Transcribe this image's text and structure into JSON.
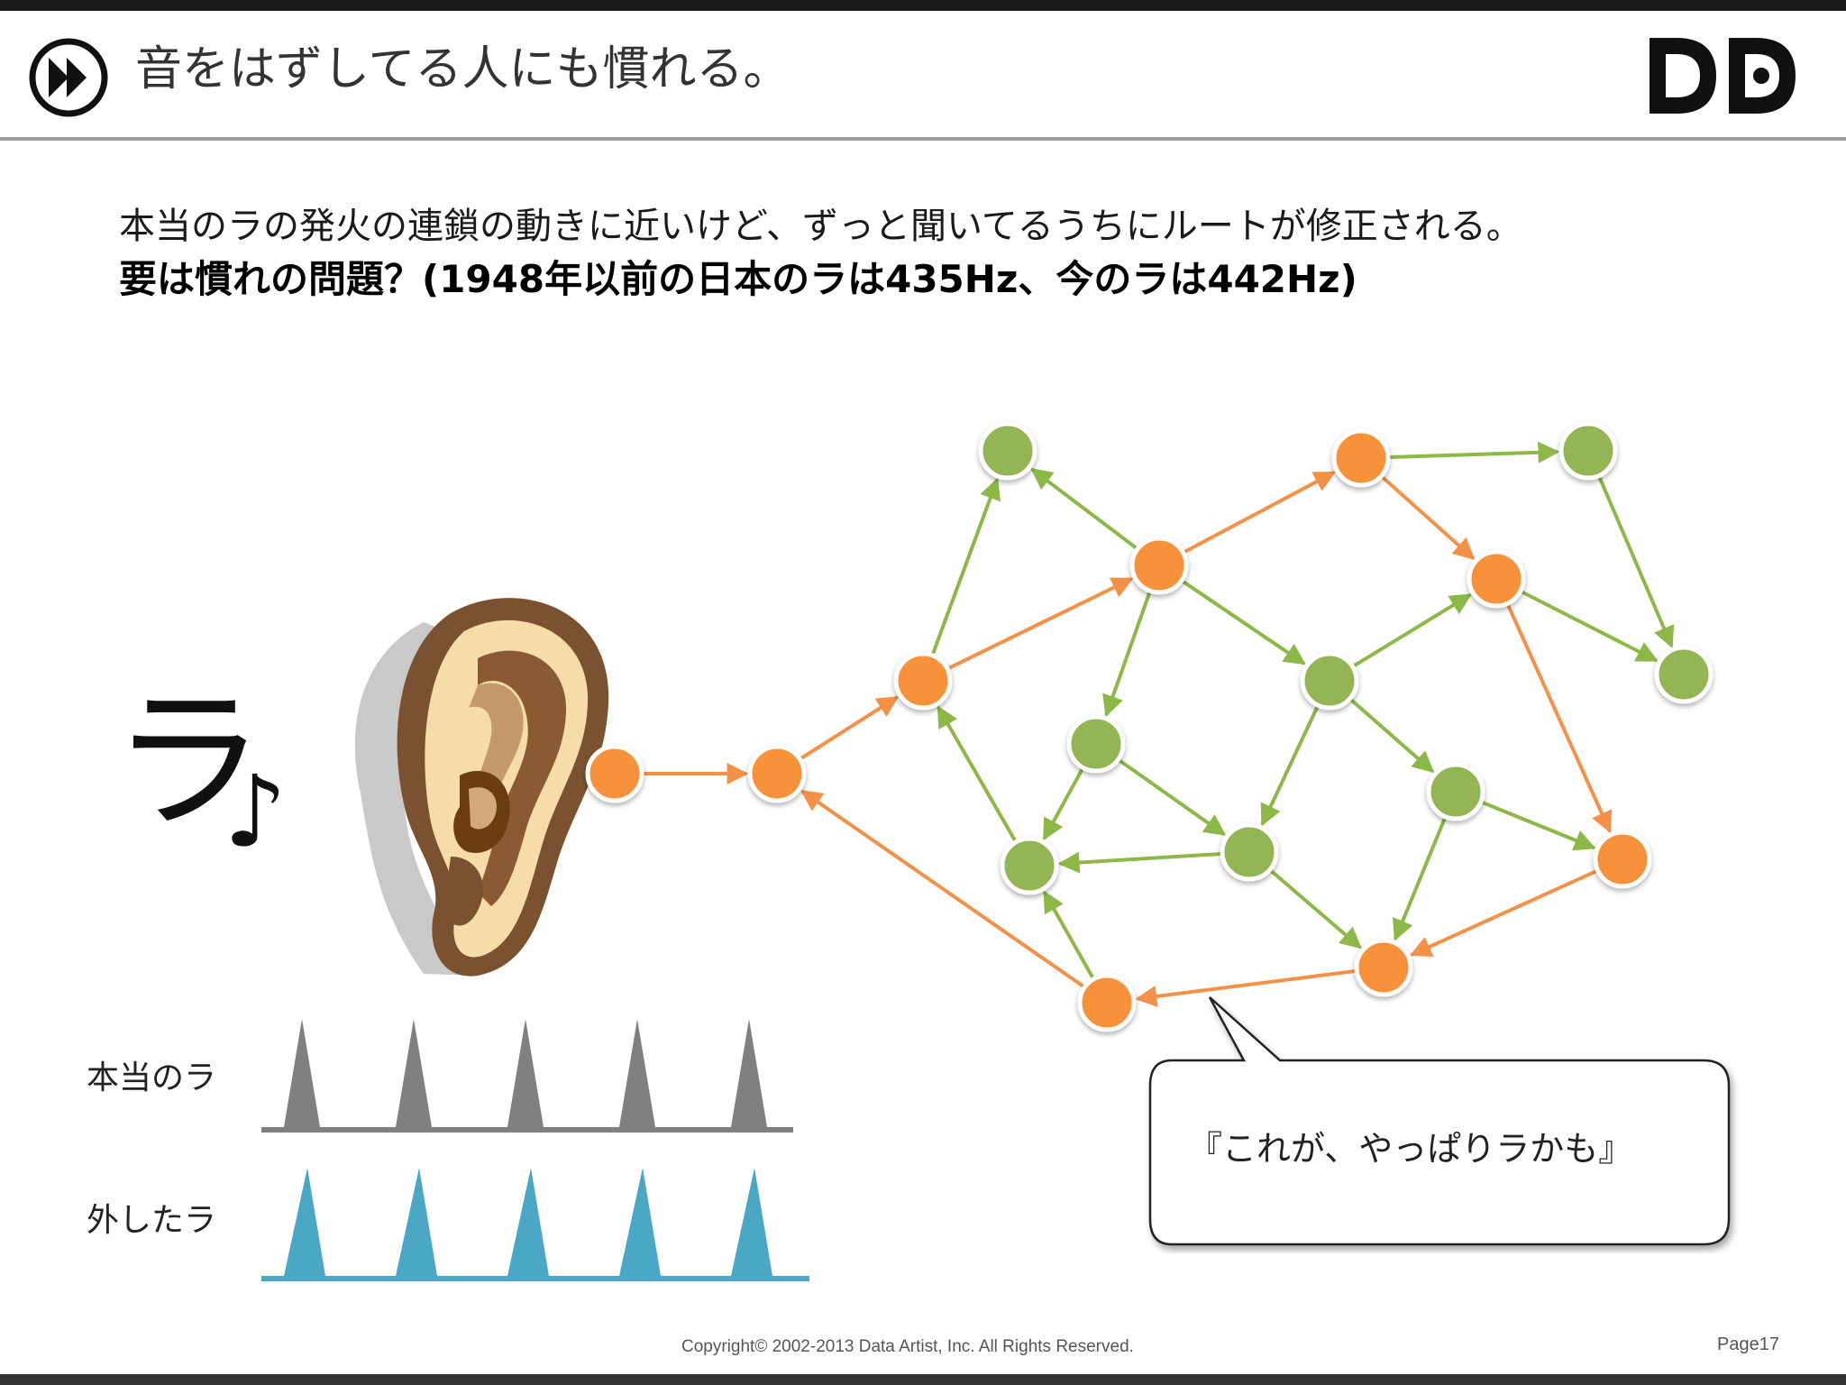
{
  "header": {
    "title": "音をはずしてる人にも慣れる。",
    "icon": "play-forward-icon",
    "logo_icon": "dp-logo-icon"
  },
  "body": {
    "line1": "本当のラの発火の連鎖の動きに近いけど、ずっと聞いてるうちにルートが修正される。",
    "line2": "要は慣れの問題？(1948年以前の日本のラは435Hz、今のラは442Hz)",
    "la_char": "ラ",
    "music_note": "♪",
    "ear_icon": "ear-icon"
  },
  "waves": {
    "true_label": "本当のラ",
    "off_label": "外したラ",
    "true_color": "#808080",
    "off_color": "#4aa8c4",
    "peak_count": 5
  },
  "network": {
    "active_color": "#f7923a",
    "inactive_color": "#93b553",
    "active_edge_color": "#f59047",
    "inactive_edge_color": "#8db848"
  },
  "bubble": {
    "text": "『これが、やっぱりラかも』"
  },
  "footer": {
    "copyright": "Copyright© 2002-2013 Data Artist, Inc.   All Rights Reserved.",
    "page": "Page17"
  }
}
